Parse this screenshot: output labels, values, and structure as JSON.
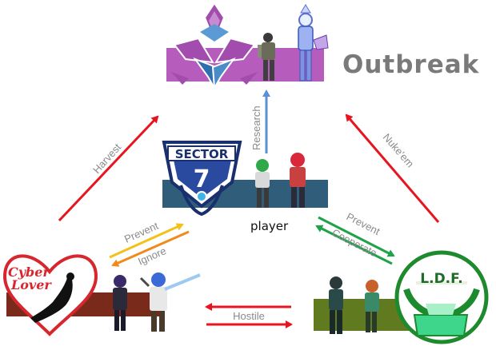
{
  "nodes": {
    "outbreak": {
      "title": "Outbreak",
      "color": "#b65cbd"
    },
    "sector7": {
      "logo_line1": "SECTOR",
      "logo_line2": "7",
      "caption": "player",
      "color": "#2f5d7a"
    },
    "ldf": {
      "logo_text": "L.D.F.",
      "color": "#5f7a1f"
    },
    "cyberlover": {
      "logo_line1": "Cyber",
      "logo_line2": "Lover",
      "color": "#7a2a1a"
    }
  },
  "edges": {
    "research": "Research",
    "harvest": "Harvest",
    "nukeem": "Nuke'em",
    "prevent_left": "Prevent",
    "ignore": "Ignore",
    "prevent_right": "Prevent",
    "cooperate": "Cooperate",
    "hostile": "Hostile"
  },
  "colors": {
    "red_arrow": "#e8141e",
    "blue_arrow": "#5b8fd6",
    "yellow_arrow": "#f2c21a",
    "orange_arrow": "#f08a1a",
    "green_arrow": "#1fa34a"
  }
}
